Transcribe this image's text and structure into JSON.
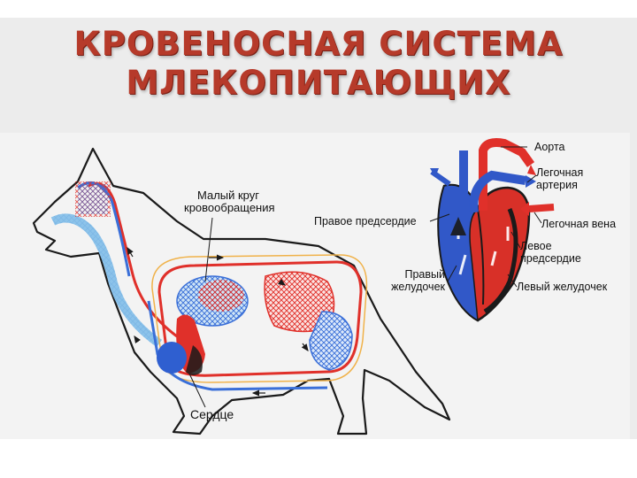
{
  "title": {
    "line1": "КРОВЕНОСНАЯ СИСТЕМА",
    "line2": "МЛЕКОПИТАЮЩИХ"
  },
  "labels": {
    "small_circle_line1": "Малый круг",
    "small_circle_line2": "кровообращения",
    "heart": "Сердце",
    "aorta": "Аорта",
    "pulmonary_artery_line1": "Легочная",
    "pulmonary_artery_line2": "артерия",
    "pulmonary_vein": "Легочная вена",
    "right_atrium": "Правое предсердие",
    "right_ventricle_line1": "Правый",
    "right_ventricle_line2": "желудочек",
    "left_atrium_line1": "Левое",
    "left_atrium_line2": "предсердие",
    "left_ventricle": "Левый желудочек"
  },
  "colors": {
    "title": "#b63a2a",
    "arterial": "#e0302a",
    "venous": "#2f5fd0",
    "capillary_blue": "#7fb8e6",
    "outline": "#1a1a1a"
  }
}
